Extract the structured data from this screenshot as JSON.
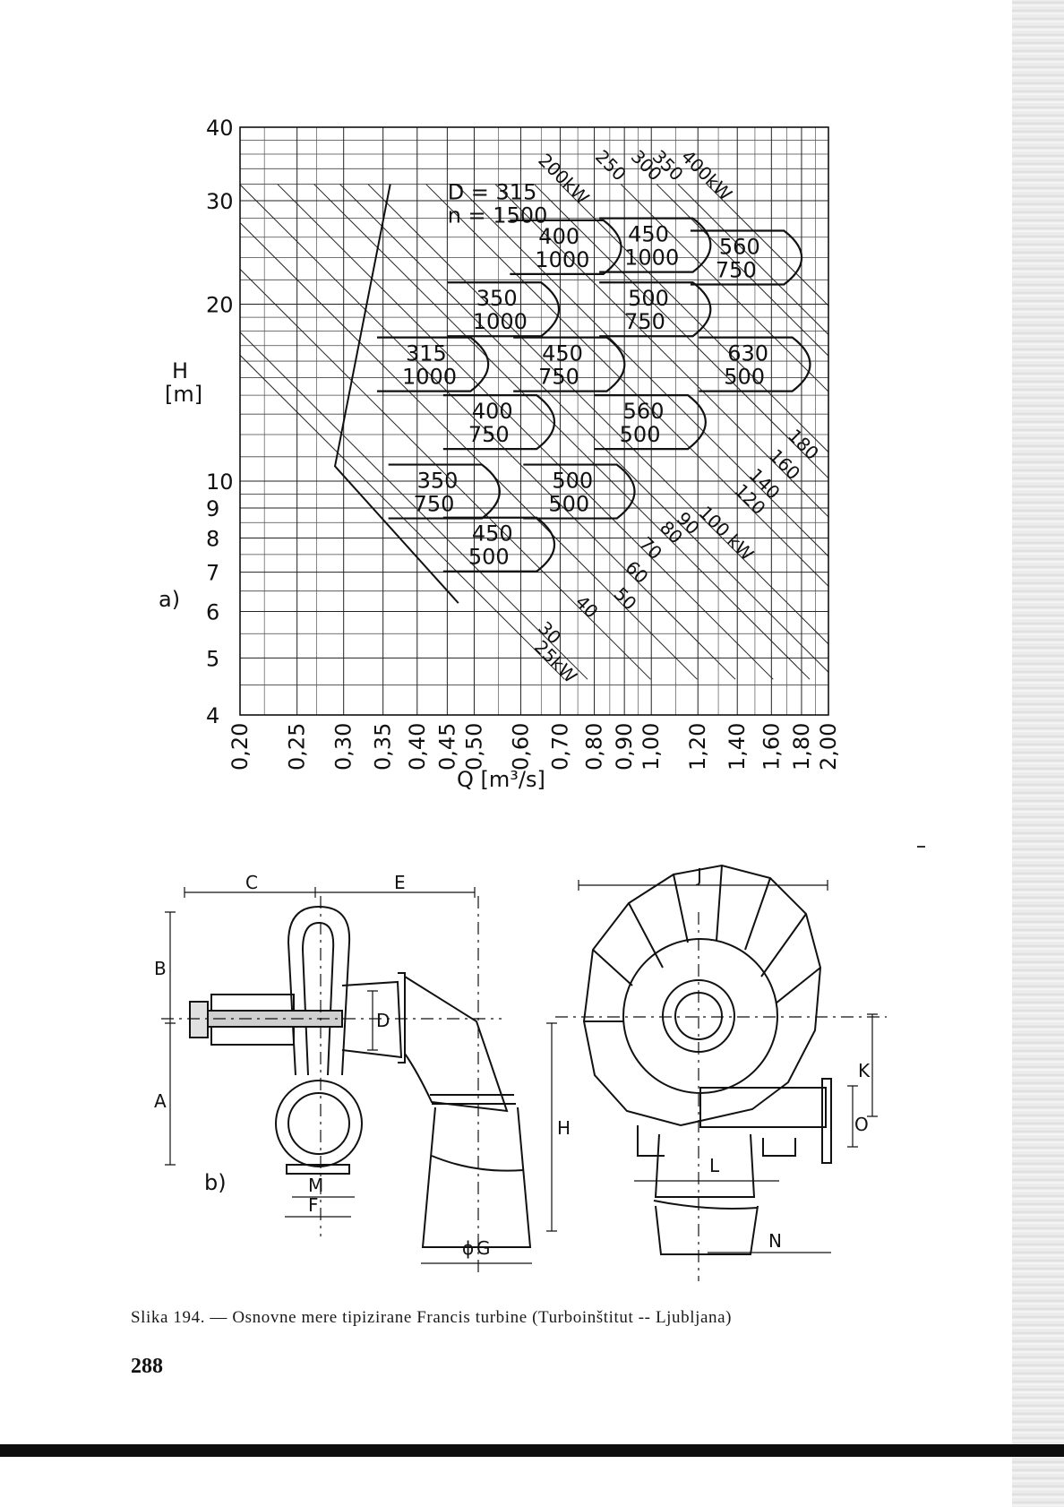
{
  "figure": {
    "part_a_label": "a)",
    "part_b_label": "b)",
    "caption": "Slika 194. — Osnovne mere tipizirane Francis turbine (Turboinštitut -- Ljubljana)",
    "page_number": "288"
  },
  "chart_data": {
    "type": "scatter",
    "x_axis": {
      "label": "Q [m³/s]",
      "scale": "log",
      "range": [
        0.2,
        2.0
      ],
      "tick_labels": [
        "0,20",
        "0,25",
        "0,30",
        "0,35",
        "0,40",
        "0,45",
        "0,50",
        "0,60",
        "0,70",
        "0,80",
        "0,90",
        "1,00",
        "1,20",
        "1,40",
        "1,60",
        "1,80",
        "2,00"
      ],
      "tick_values": [
        0.2,
        0.25,
        0.3,
        0.35,
        0.4,
        0.45,
        0.5,
        0.6,
        0.7,
        0.8,
        0.9,
        1.0,
        1.2,
        1.4,
        1.6,
        1.8,
        2.0
      ]
    },
    "y_axis": {
      "label_line1": "H",
      "label_line2": "[m]",
      "scale": "log",
      "range": [
        4,
        40
      ],
      "tick_labels": [
        "40",
        "30",
        "20",
        "10",
        "9",
        "8",
        "7",
        "6",
        "5",
        "4"
      ],
      "tick_values": [
        40,
        30,
        20,
        10,
        9,
        8,
        7,
        6,
        5,
        4
      ]
    },
    "grid": true,
    "application_fields": [
      {
        "D": "350",
        "n": "750",
        "Q": 0.46,
        "H": 9.6
      },
      {
        "D": "315",
        "n": "1000",
        "Q": 0.44,
        "H": 15.8
      },
      {
        "D": "450",
        "n": "500",
        "Q": 0.57,
        "H": 7.8
      },
      {
        "D": "400",
        "n": "750",
        "Q": 0.57,
        "H": 12.6
      },
      {
        "D": "350",
        "n": "1000",
        "Q": 0.58,
        "H": 19.6
      },
      {
        "D": "400",
        "n": "1000",
        "Q": 0.74,
        "H": 25.0
      },
      {
        "D": "500",
        "n": "500",
        "Q": 0.78,
        "H": 9.6
      },
      {
        "D": "450",
        "n": "750",
        "Q": 0.75,
        "H": 15.8
      },
      {
        "D": "560",
        "n": "500",
        "Q": 1.03,
        "H": 12.6
      },
      {
        "D": "500",
        "n": "750",
        "Q": 1.05,
        "H": 19.6
      },
      {
        "D": "450",
        "n": "1000",
        "Q": 1.05,
        "H": 25.2
      },
      {
        "D": "630",
        "n": "500",
        "Q": 1.55,
        "H": 15.8
      },
      {
        "D": "560",
        "n": "750",
        "Q": 1.5,
        "H": 24.0
      }
    ],
    "top_field_label": {
      "line1": "D = 315",
      "line2": "n = 1500",
      "Q": 0.42,
      "H": 29.5
    },
    "power_lines_kW": [
      {
        "label": "25kW",
        "Q": 0.63,
        "H": 5.2
      },
      {
        "label": "30",
        "Q": 0.64,
        "H": 5.6
      },
      {
        "label": "40",
        "Q": 0.74,
        "H": 6.2
      },
      {
        "label": "50",
        "Q": 0.86,
        "H": 6.4
      },
      {
        "label": "60",
        "Q": 0.9,
        "H": 7.1
      },
      {
        "label": "70",
        "Q": 0.95,
        "H": 7.8
      },
      {
        "label": "80",
        "Q": 1.03,
        "H": 8.3
      },
      {
        "label": "90",
        "Q": 1.1,
        "H": 8.6
      },
      {
        "label": "100 kW",
        "Q": 1.2,
        "H": 8.8
      },
      {
        "label": "120",
        "Q": 1.38,
        "H": 9.6
      },
      {
        "label": "140",
        "Q": 1.46,
        "H": 10.2
      },
      {
        "label": "160",
        "Q": 1.58,
        "H": 11.0
      },
      {
        "label": "180",
        "Q": 1.7,
        "H": 11.9
      },
      {
        "label": "200kW",
        "Q": 0.64,
        "H": 35.0
      },
      {
        "label": "250",
        "Q": 0.8,
        "H": 35.5
      },
      {
        "label": "300",
        "Q": 0.92,
        "H": 35.5
      },
      {
        "label": "350",
        "Q": 1.0,
        "H": 35.5
      },
      {
        "label": "400kW",
        "Q": 1.12,
        "H": 35.5
      }
    ]
  },
  "drawing": {
    "dimension_labels": [
      "C",
      "E",
      "B",
      "D",
      "A",
      "M",
      "F",
      "H",
      "G",
      "J",
      "K",
      "O",
      "L",
      "N"
    ],
    "diameter_symbol": "ϕ"
  }
}
